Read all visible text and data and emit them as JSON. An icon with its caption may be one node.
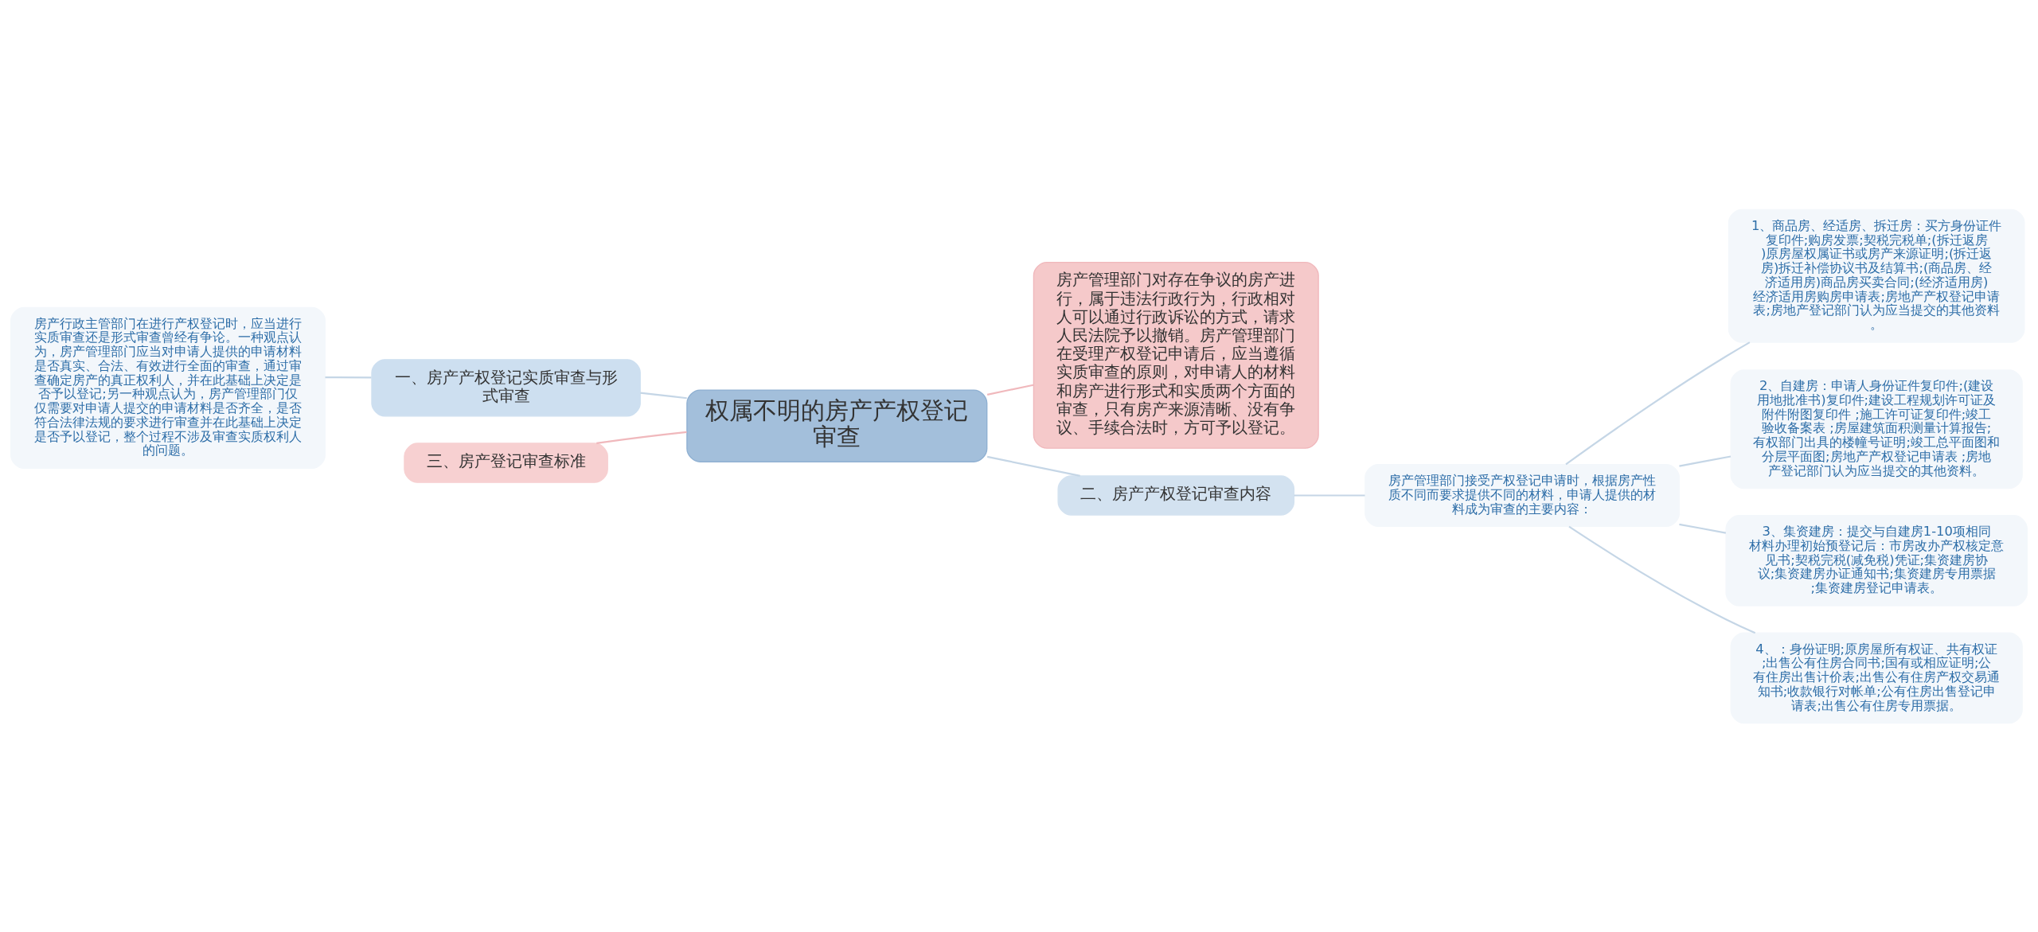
{
  "diagram": {
    "nodes": [
      {
        "text": [
          "权属不明的房产产权登记审查"
        ]
      },
      {
        "text": [
          "房产管理部门对存在争议的房产进行，属于违法行政行为，行政相对人可以通过行政诉讼的方式，请求人民法院予以撤销。房产管理部门在受理产权登记申请后，应当遵循实质审查的原则，对申请人的材料和房产进行形式和实质两个方面的审查，只有房产来源清晰、没有争议、手续合法时，方可予以登记。"
        ]
      },
      {
        "text": [
          "一、房产产权登记实质审查与形式审查"
        ]
      },
      {
        "text": [
          "房产行政主管部门在进行产权登记时，应当进行实质审查还是形式审查曾经有争论。一种观点认为，房产管理部门应当对申请人提供的申请材料是否真实、合法、有效进行全面的审查，通过审查确定房产的真正权利人，并在此基础上决定是否予以登记;另一种观点认为，房产管理部门仅仅需要对申请人提交的申请材料是否齐全，是否符合法律法规的要求进行审查并在此基础上决定是否予以登记，整个过程不涉及审查实质权利人的问题。"
        ]
      },
      {
        "text": [
          "三、房产登记审查标准"
        ]
      },
      {
        "text": [
          "二、房产产权登记审查内容"
        ]
      },
      {
        "text": [
          "房产管理部门接受产权登记申请时，根据房产性质不同而要求提供不同的材料，申请人提供的材料成为审查的主要内容："
        ]
      },
      {
        "text": [
          "1、商品房、经适房、拆迁房：买方身份证件复印件;购房发票;契税完税单;(拆迁返房)原房屋权属证书或房产来源证明;(拆迁返房)拆迁补偿协议书及结算书;(商品房、经济适用房)商品房买卖合同;(经济适用房)经济适用房购房申请表;房地产产权登记申请表;房地产登记部门认为应当提交的其他资料。"
        ]
      },
      {
        "text": [
          "2、自建房：申请人身份证件复印件;(建设用地批准书)复印件;建设工程规划许可证及附件附图复印件 ;施工许可证复印件;竣工验收备案表 ;房屋建筑面积测量计算报告;有权部门出具的楼幢号证明;竣工总平面图和分层平面图;房地产产权登记申请表 ;房地产登记部门认为应当提交的其他资料。"
        ]
      },
      {
        "text": [
          "3、集资建房：提交与自建房1-10项相同材料办理初始预登记后：市房改办产权核定意见书;契税完税(减免税)凭证;集资建房协议;集资建房办证通知书;集资建房专用票据;集资建房登记申请表。"
        ]
      },
      {
        "text": [
          "4、：身份证明;原房屋所有权证、共有权证;出售公有住房合同书;国有或相应证明;公有住房出售计价表;出售公有住房产权交易通知书;收款银行对帐单;公有住房出售登记申请表;出售公有住房专用票据。"
        ]
      }
    ],
    "edges": [
      {
        "from": 0,
        "to": 1,
        "arrow": "none",
        "color": "#f0b8bc"
      },
      {
        "from": 0,
        "to": 2,
        "arrow": "none"
      },
      {
        "from": 2,
        "to": 3,
        "arrow": "none"
      },
      {
        "from": 0,
        "to": 4,
        "arrow": "none",
        "color": "#f0b8bc"
      },
      {
        "from": 0,
        "to": 5,
        "arrow": "none"
      },
      {
        "from": 5,
        "to": 6,
        "arrow": "none"
      },
      {
        "from": 6,
        "to": 7,
        "arrow": "none"
      },
      {
        "from": 6,
        "to": 8,
        "arrow": "none"
      },
      {
        "from": 6,
        "to": 9,
        "arrow": "none"
      },
      {
        "from": 6,
        "to": 10,
        "arrow": "none"
      }
    ]
  }
}
